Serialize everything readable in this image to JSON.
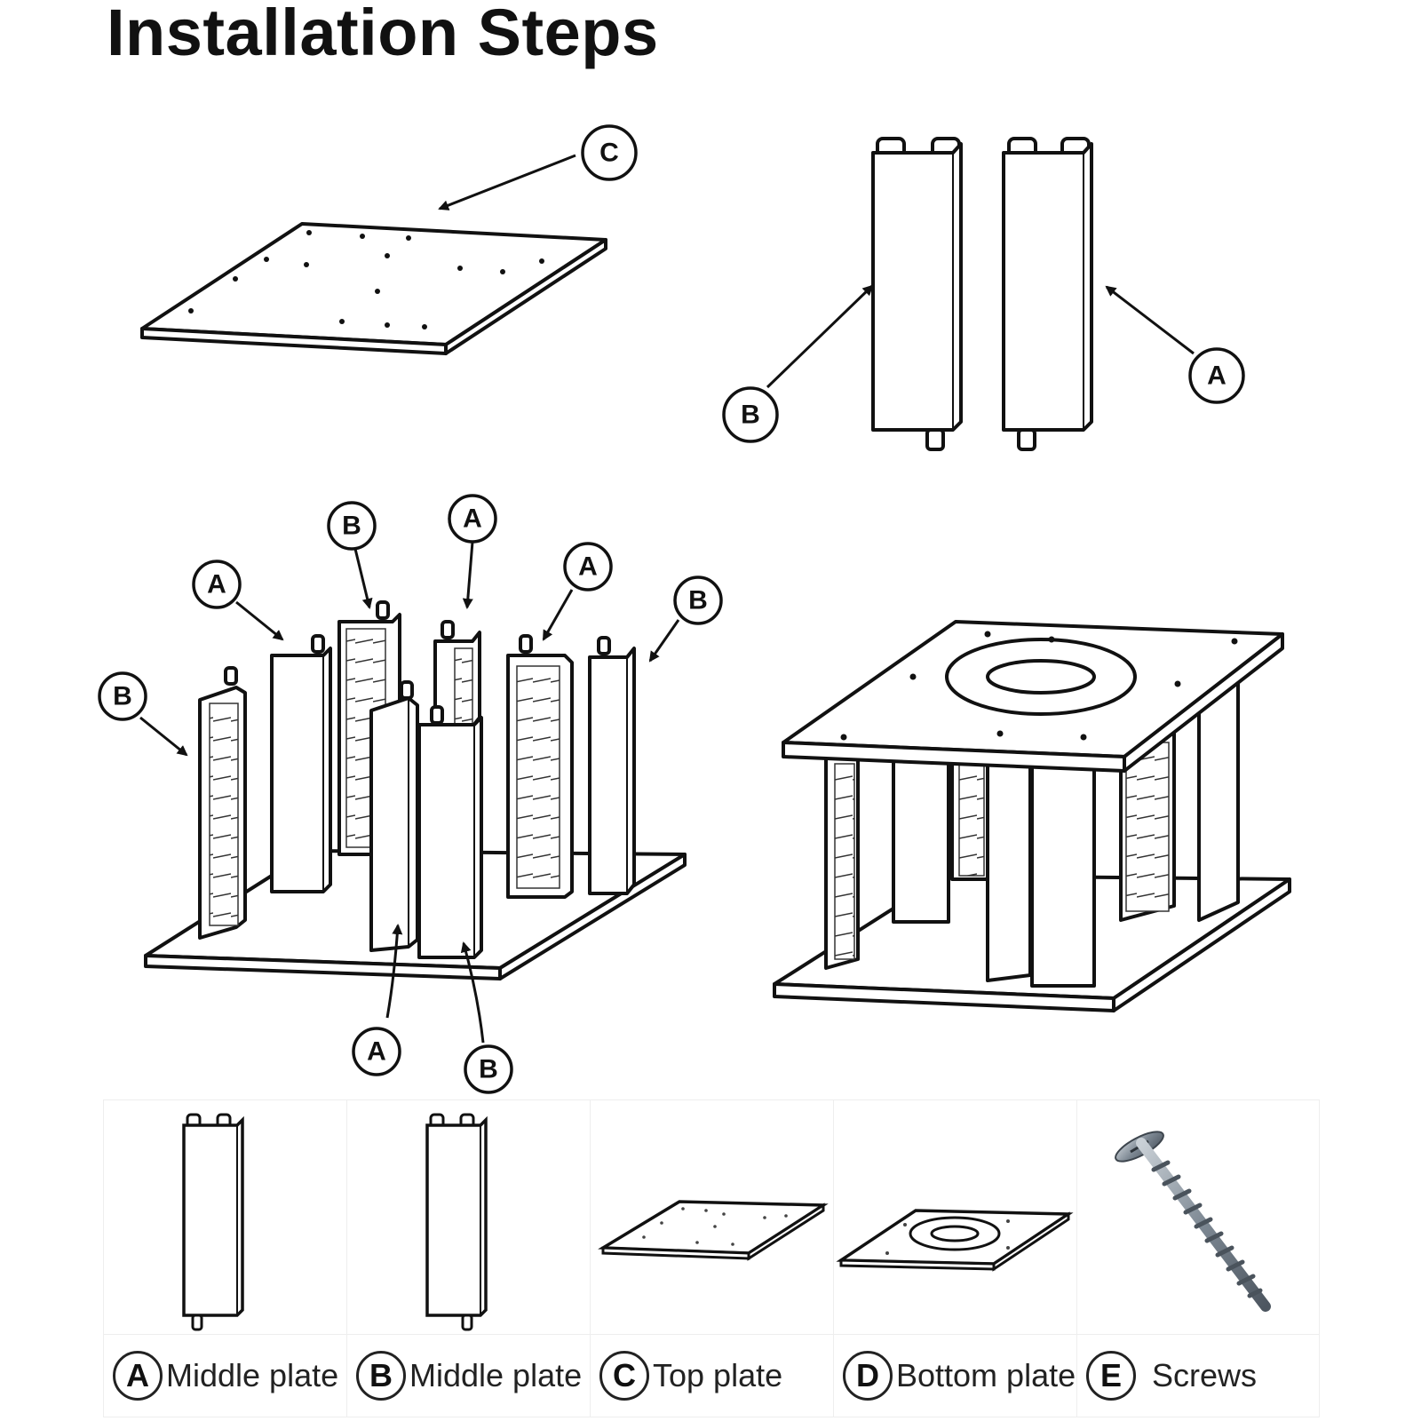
{
  "title": "Installation Steps",
  "step1": {
    "top_plate_callout": "C",
    "left_panel_callout": "B",
    "right_panel_callout": "A"
  },
  "step2": {
    "callouts": [
      "B",
      "A",
      "B",
      "A",
      "A",
      "B",
      "A",
      "B"
    ]
  },
  "parts": [
    {
      "letter": "A",
      "label": "Middle plate"
    },
    {
      "letter": "B",
      "label": "Middle plate"
    },
    {
      "letter": "C",
      "label": "Top plate"
    },
    {
      "letter": "D",
      "label": "Bottom plate"
    },
    {
      "letter": "E",
      "label": "Screws"
    }
  ],
  "icons": [
    "middle-plate-a-icon",
    "middle-plate-b-icon",
    "top-plate-icon",
    "bottom-plate-icon",
    "screw-icon"
  ]
}
